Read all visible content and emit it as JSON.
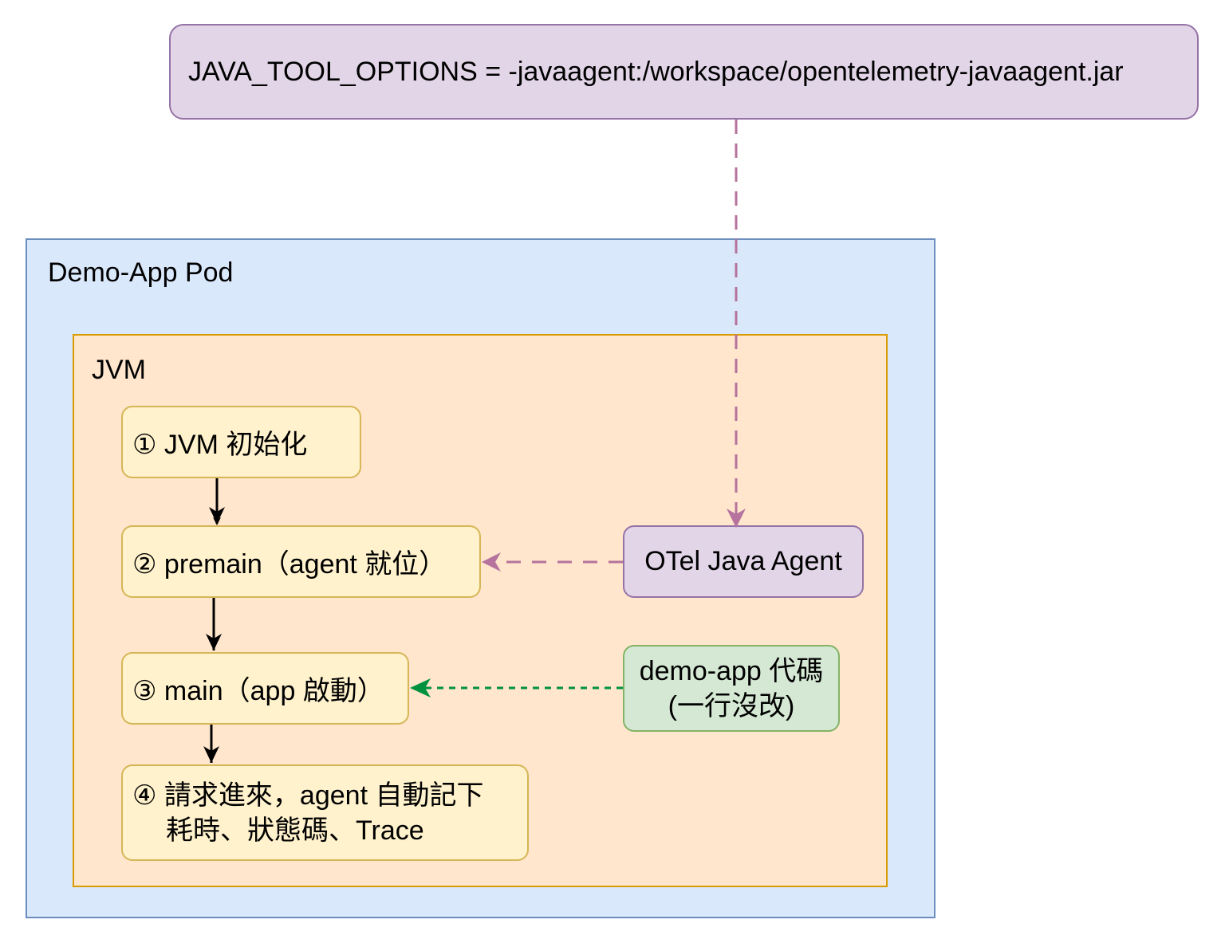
{
  "env_var": {
    "label": "JAVA_TOOL_OPTIONS = -javaagent:/workspace/opentelemetry-javaagent.jar"
  },
  "pod": {
    "label": "Demo-App Pod"
  },
  "jvm": {
    "label": "JVM",
    "steps": [
      {
        "text": "① JVM 初始化"
      },
      {
        "text": "② premain（agent 就位）"
      },
      {
        "text": "③ main（app 啟動）"
      },
      {
        "line1": "④ 請求進來，agent 自動記下",
        "line2": "耗時、狀態碼、Trace"
      }
    ]
  },
  "agent": {
    "label": "OTel Java Agent"
  },
  "app_code": {
    "line1": "demo-app 代碼",
    "line2": "(一行沒改)"
  },
  "colors": {
    "env_fill": "#e1d5e7",
    "env_stroke": "#9673a6",
    "pod_fill": "#dae8fc",
    "pod_stroke": "#6c8ebf",
    "jvm_fill": "#ffe6cc",
    "jvm_stroke": "#d79b00",
    "step_fill": "#fff2cc",
    "step_stroke": "#d6b656",
    "code_fill": "#d5e8d4",
    "code_stroke": "#82b366",
    "agent_arrow": "#b5739d",
    "code_arrow": "#00913f"
  }
}
